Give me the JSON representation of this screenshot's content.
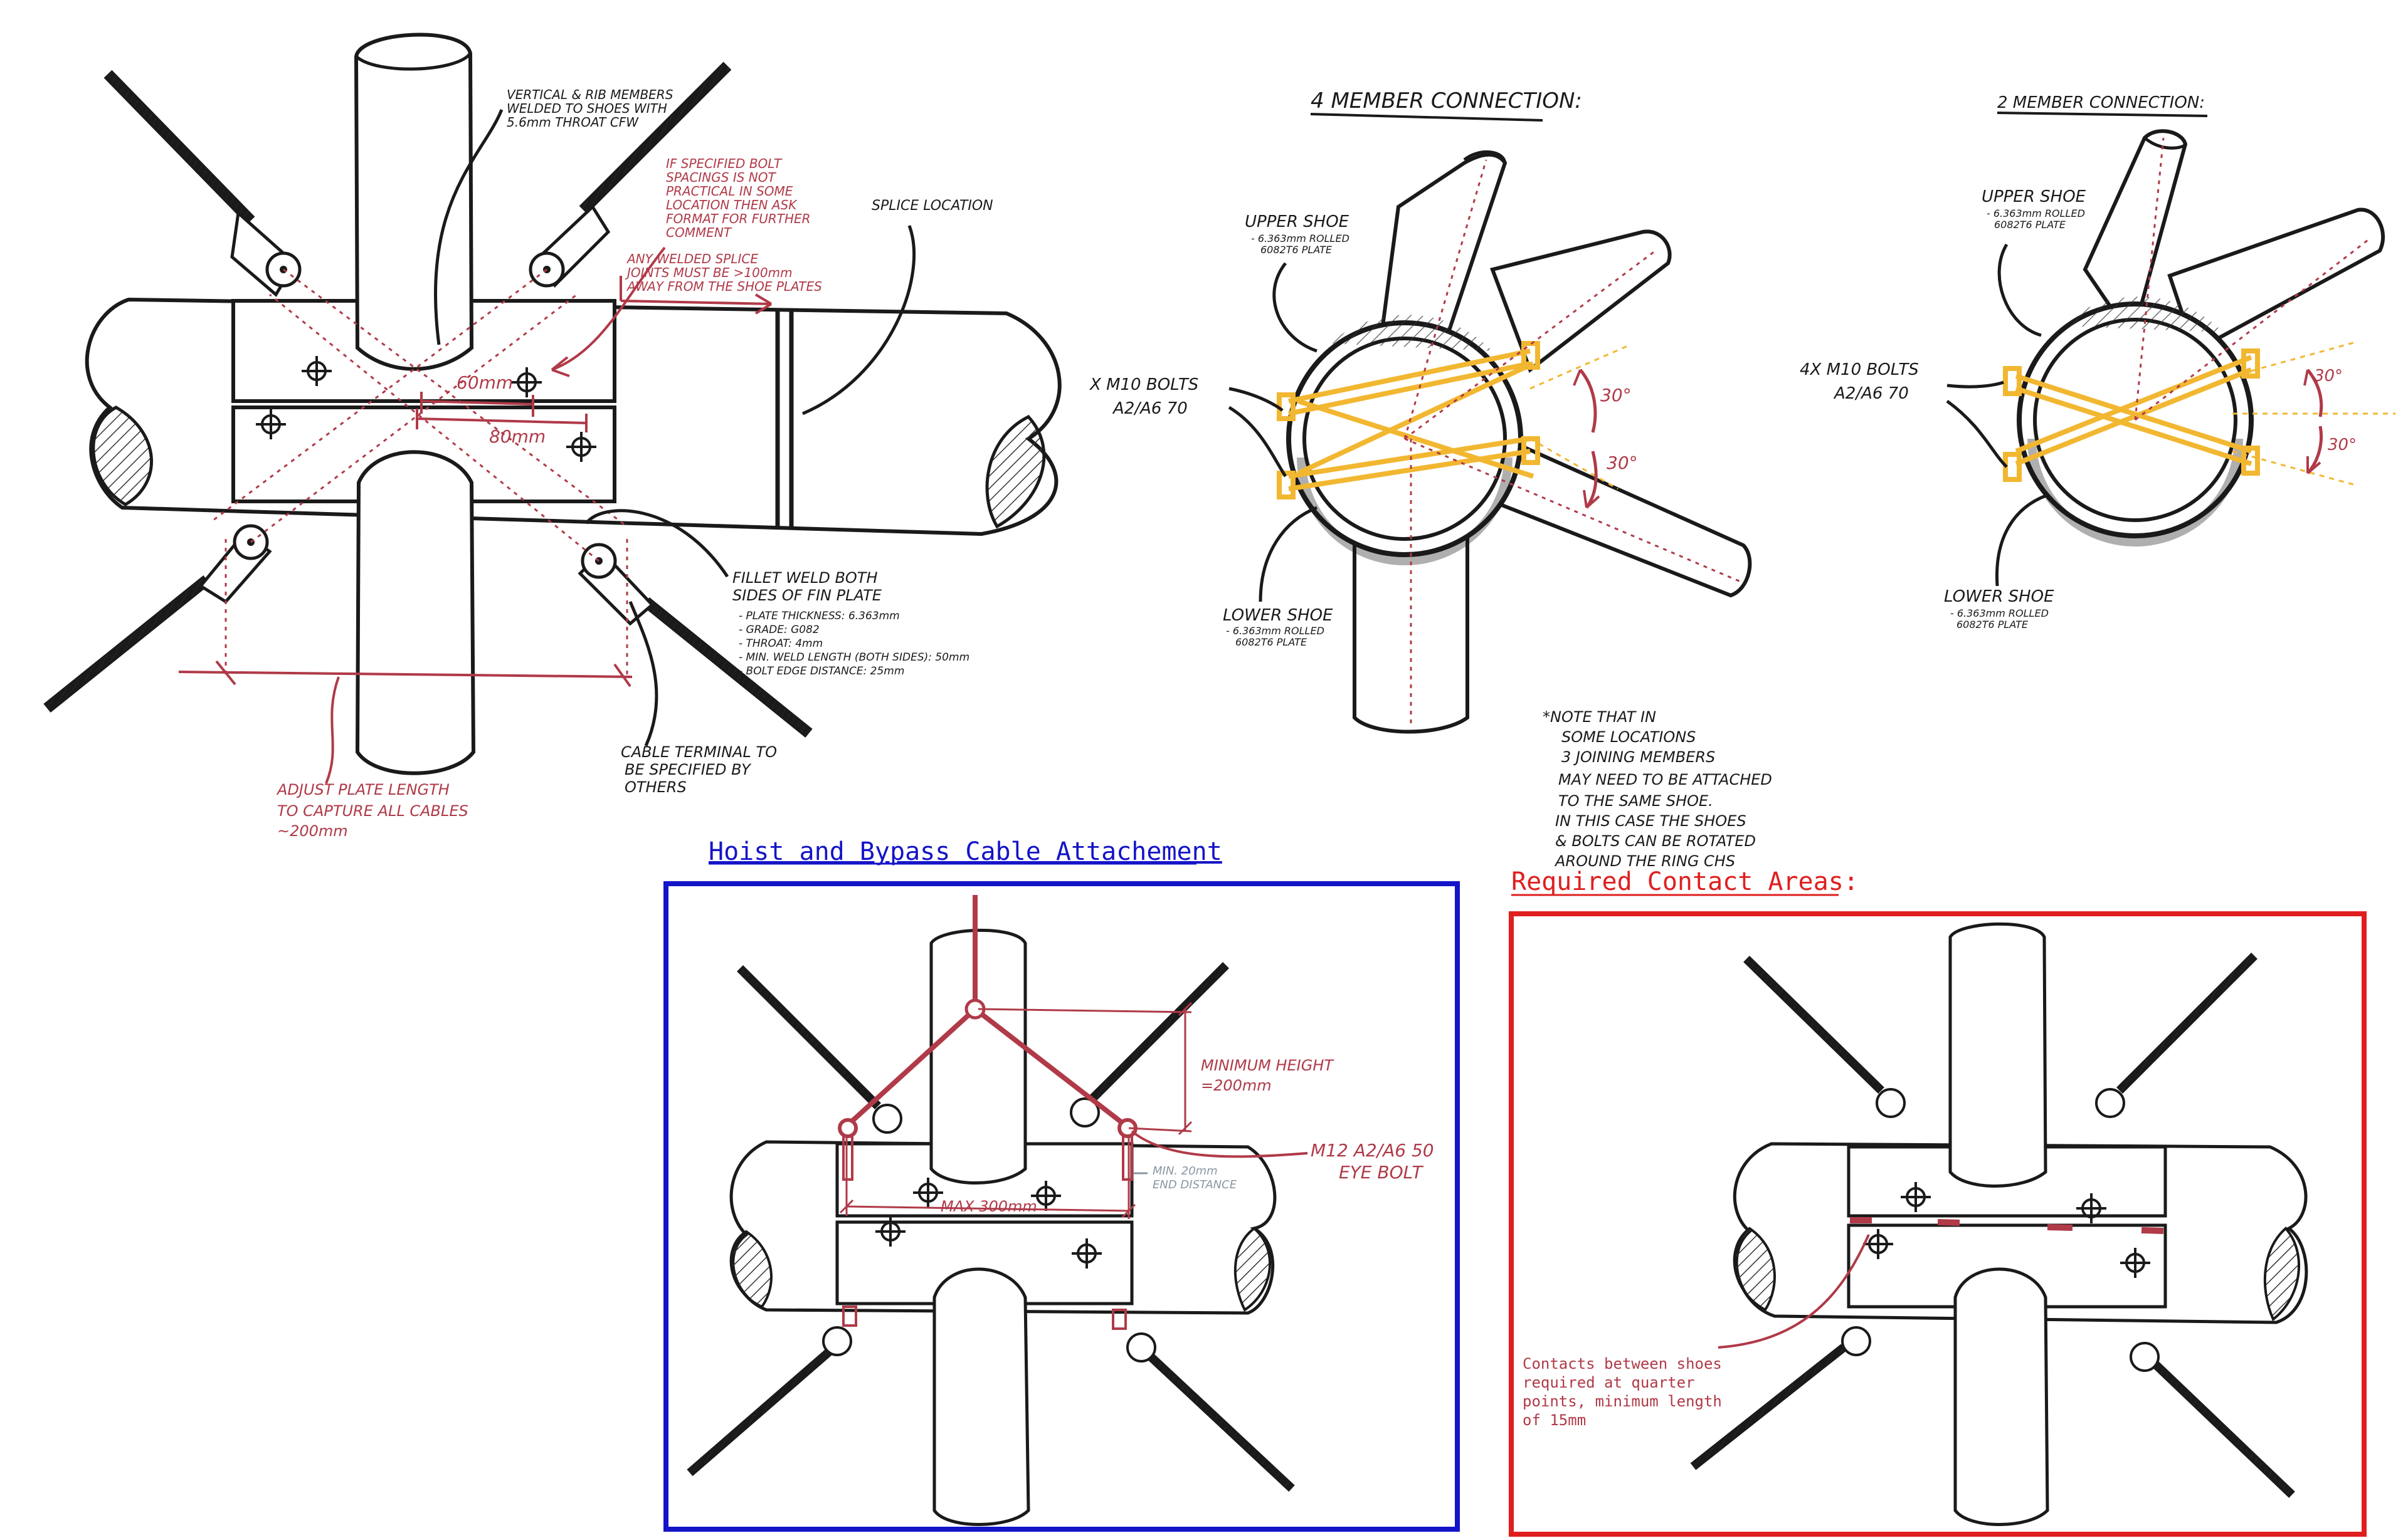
{
  "colors": {
    "ink": "#1a1a1a",
    "annotation_red": "#b03a48",
    "bolt_yellow": "#f2b731",
    "panel_blue": "#1414c8",
    "panel_red": "#e01e1e",
    "hatch": "#333333",
    "grey_note": "#8a97a3"
  },
  "main_detail": {
    "vertical_rib_note": [
      "VERTICAL & RIB MEMBERS",
      "WELDED TO SHOES WITH",
      "5.6mm THROAT CFW"
    ],
    "bolt_spacing_note": [
      "IF SPECIFIED BOLT",
      "SPACINGS IS NOT",
      "PRACTICAL IN SOME",
      "LOCATION THEN ASK",
      "FORMAT FOR FURTHER",
      "COMMENT"
    ],
    "welded_splice_note": [
      "ANY WELDED SPLICE",
      "JOINTS MUST BE >100mm",
      "AWAY FROM THE SHOE PLATES"
    ],
    "splice_location": "SPLICE LOCATION",
    "dim_60": "60mm",
    "dim_80": "80mm",
    "fillet_weld_title": [
      "FILLET WELD BOTH",
      "SIDES OF FIN PLATE"
    ],
    "fillet_weld_specs": [
      "- PLATE THICKNESS: 6.363mm",
      "- GRADE: G082",
      "- THROAT: 4mm",
      "- MIN. WELD LENGTH (BOTH SIDES): 50mm",
      "- BOLT EDGE DISTANCE: 25mm"
    ],
    "cable_terminal_note": [
      "CABLE TERMINAL TO",
      "BE SPECIFIED BY",
      "OTHERS"
    ],
    "adjust_plate_note": [
      "ADJUST PLATE LENGTH",
      "TO CAPTURE ALL CABLES",
      "~200mm"
    ]
  },
  "four_member": {
    "title": "4 MEMBER CONNECTION:",
    "upper_shoe": [
      "UPPER SHOE",
      "- 6.363mm ROLLED",
      "6082T6 PLATE"
    ],
    "bolts": [
      "X M10 BOLTS",
      "A2/A6 70"
    ],
    "lower_shoe": [
      "LOWER SHOE",
      "- 6.363mm ROLLED",
      "6082T6 PLATE"
    ],
    "angle_top": "30°",
    "angle_bottom": "30°"
  },
  "two_member": {
    "title": "2 MEMBER CONNECTION:",
    "upper_shoe": [
      "UPPER SHOE",
      "- 6.363mm ROLLED",
      "6082T6 PLATE"
    ],
    "bolts": [
      "4X M10 BOLTS",
      "A2/A6 70"
    ],
    "lower_shoe": [
      "LOWER SHOE",
      "- 6.363mm ROLLED",
      "6082T6 PLATE"
    ],
    "angle_top": "30°",
    "angle_bottom": "30°"
  },
  "note_three_members": [
    "*NOTE THAT IN",
    "SOME LOCATIONS",
    "3 JOINING MEMBERS",
    "MAY NEED TO BE ATTACHED",
    "TO THE SAME SHOE.",
    "IN THIS CASE THE SHOES",
    "& BOLTS CAN BE ROTATED",
    "AROUND THE RING CHS"
  ],
  "hoist_panel": {
    "title": "Hoist and Bypass Cable Attachement",
    "minimum_height": [
      "MINIMUM HEIGHT",
      "=200mm"
    ],
    "eye_bolt": [
      "M12 A2/A6 50",
      "EYE BOLT"
    ],
    "max_dim": "MAX 300mm",
    "end_distance": [
      "MIN. 20mm",
      "END DISTANCE"
    ]
  },
  "contact_panel": {
    "title": "Required Contact Areas:",
    "note": [
      "Contacts between shoes",
      "required at quarter",
      "points, minimum length",
      "of 15mm"
    ]
  }
}
